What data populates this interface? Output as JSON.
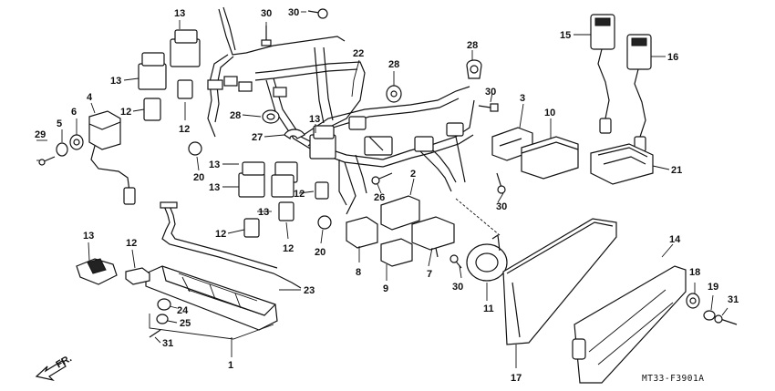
{
  "diagram_code": "MT33-F3901A",
  "direction_label": "FR.",
  "callouts": {
    "c1": "1",
    "c2": "2",
    "c3": "3",
    "c4": "4",
    "c5": "5",
    "c6": "6",
    "c7": "7",
    "c8": "8",
    "c9": "9",
    "c10": "10",
    "c11": "11",
    "c12a": "12",
    "c12b": "12",
    "c12c": "12",
    "c12d": "12",
    "c12e": "12",
    "c12f": "12",
    "c13a": "13",
    "c13b": "13",
    "c13c": "13",
    "c13d": "13",
    "c13e": "13",
    "c13f": "13",
    "c14": "14",
    "c15": "15",
    "c16": "16",
    "c17": "17",
    "c18": "18",
    "c19": "19",
    "c20a": "20",
    "c20b": "20",
    "c21": "21",
    "c22": "22",
    "c23": "23",
    "c24": "24",
    "c25": "25",
    "c26": "26",
    "c27": "27",
    "c28a": "28",
    "c28b": "28",
    "c28c": "28",
    "c29": "29",
    "c30a": "30",
    "c30b": "30",
    "c30c": "30",
    "c30d": "30",
    "c30e": "30",
    "c31a": "31",
    "c31b": "31"
  }
}
